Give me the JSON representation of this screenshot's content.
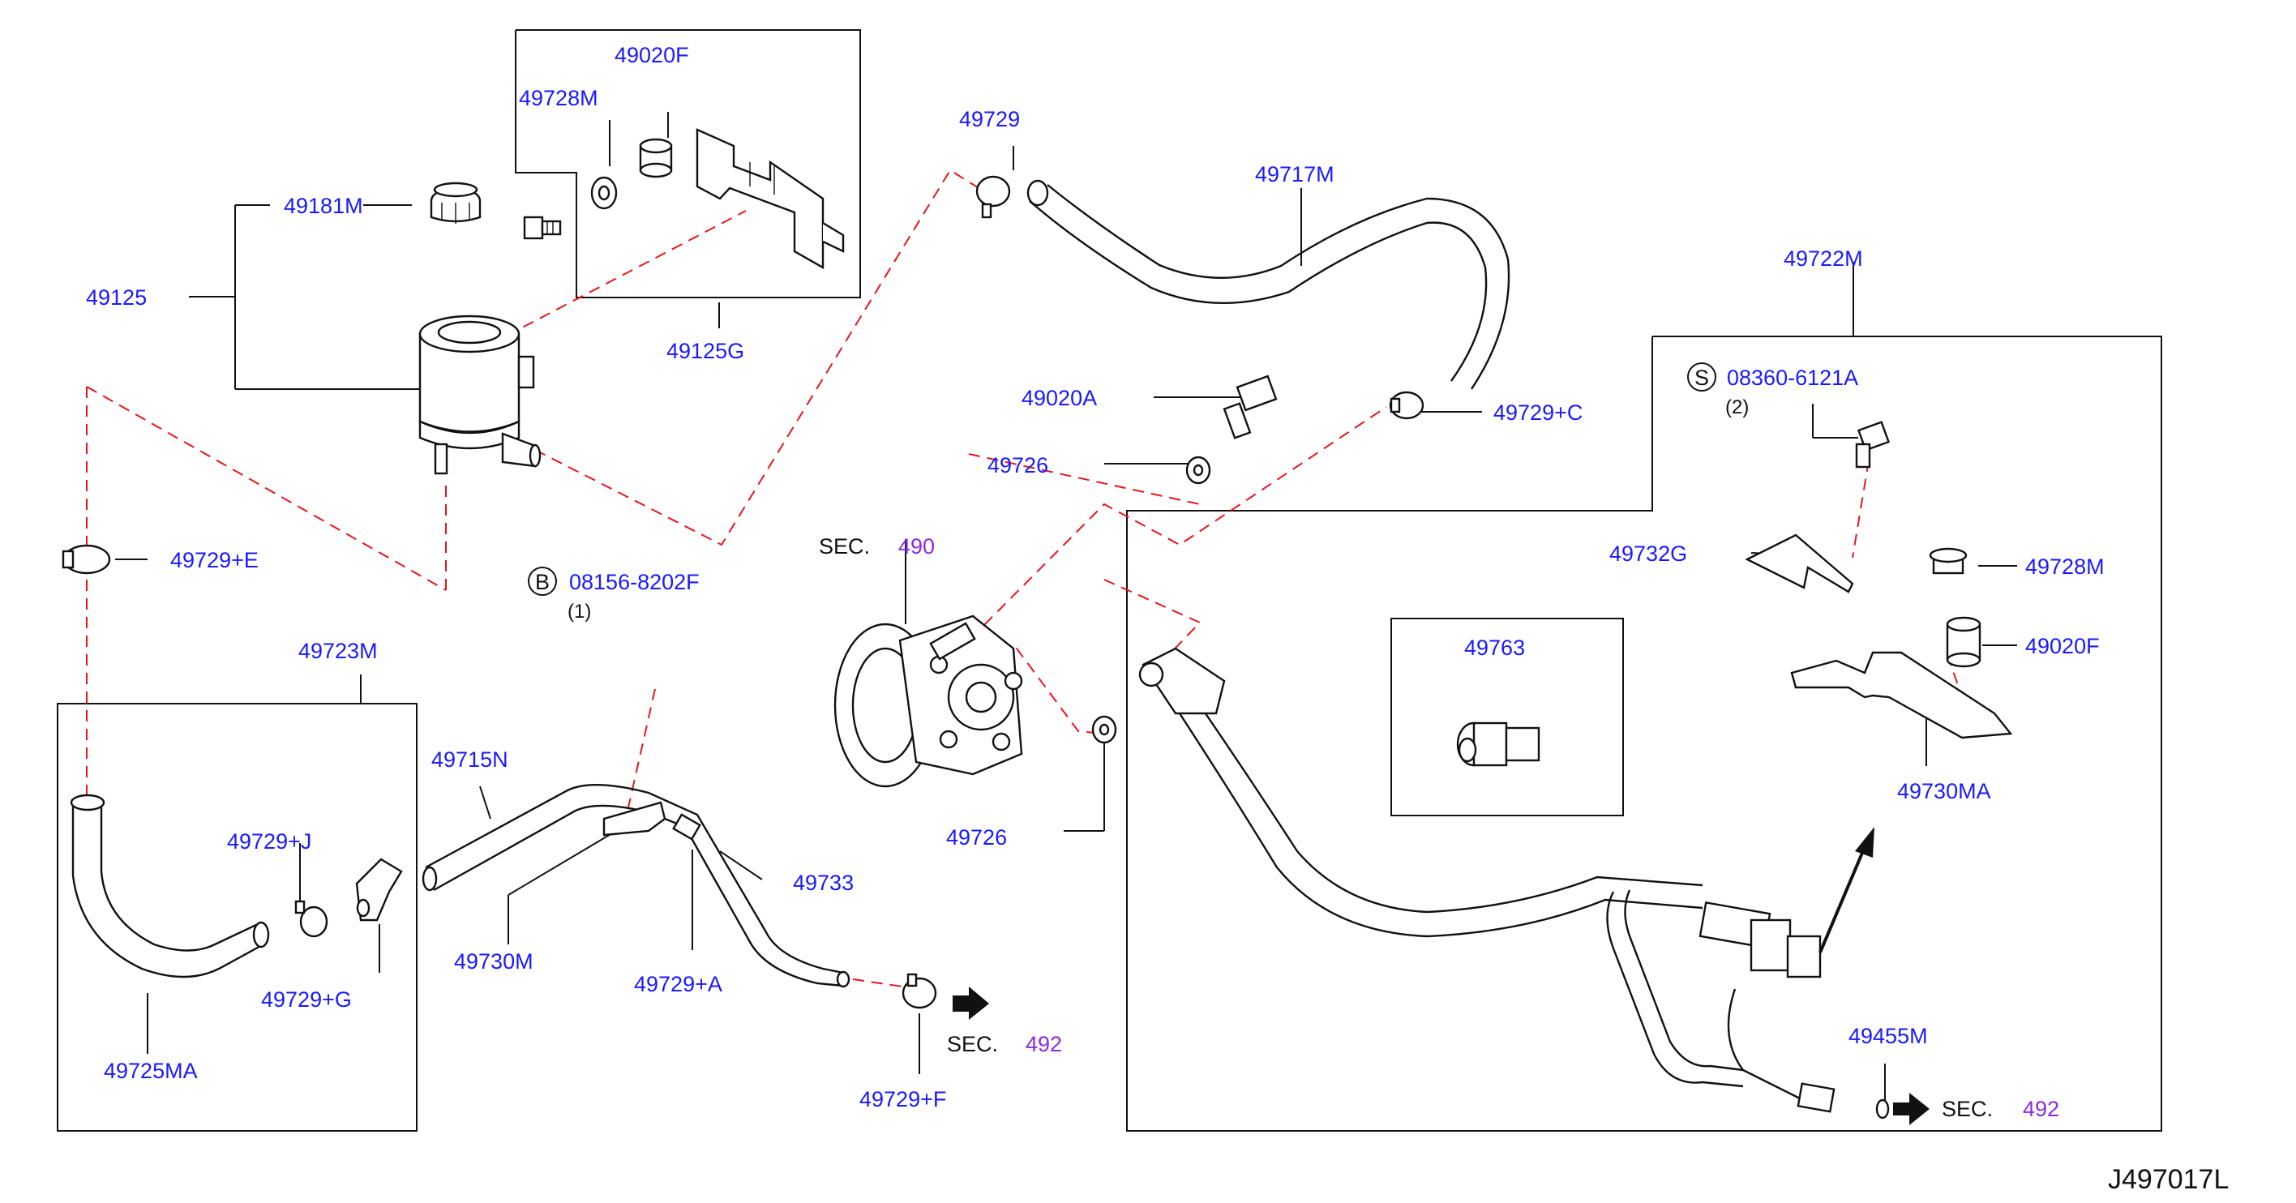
{
  "labels": {
    "p49020F_top": "49020F",
    "p49728M_top": "49728M",
    "p49181M": "49181M",
    "p49125": "49125",
    "p49125G": "49125G",
    "p49729": "49729",
    "p49717M": "49717M",
    "p49722M": "49722M",
    "p49020A": "49020A",
    "p49729C": "49729+C",
    "p49726_a": "49726",
    "p49726_b": "49726",
    "p49729E": "49729+E",
    "p08156": "08156-8202F",
    "p49723M": "49723M",
    "p49715N": "49715N",
    "p49729J": "49729+J",
    "p49733": "49733",
    "p49729G": "49729+G",
    "p49730M": "49730M",
    "p49729A": "49729+A",
    "p49725MA": "49725MA",
    "p49729F": "49729+F",
    "p08360": "08360-6121A",
    "p49732G": "49732G",
    "p49728M_r": "49728M",
    "p49020F_r": "49020F",
    "p49763": "49763",
    "p49730MA": "49730MA",
    "p49455M": "49455M"
  },
  "circled_prefix": {
    "bolt_b": "B",
    "screw_s": "S"
  },
  "quantities": {
    "q08156": "(1)",
    "q08360": "(2)"
  },
  "sections": {
    "sec490_text": "SEC.",
    "sec490_num": "490",
    "sec492a_text": "SEC.",
    "sec492a_num": "492",
    "sec492b_text": "SEC.",
    "sec492b_num": "492"
  },
  "diagram_ref": "J497017L",
  "colors": {
    "part_number": "#1a1aff",
    "section_number": "#8a2be2",
    "leader_dashed": "#e8151b",
    "line": "#111111"
  }
}
